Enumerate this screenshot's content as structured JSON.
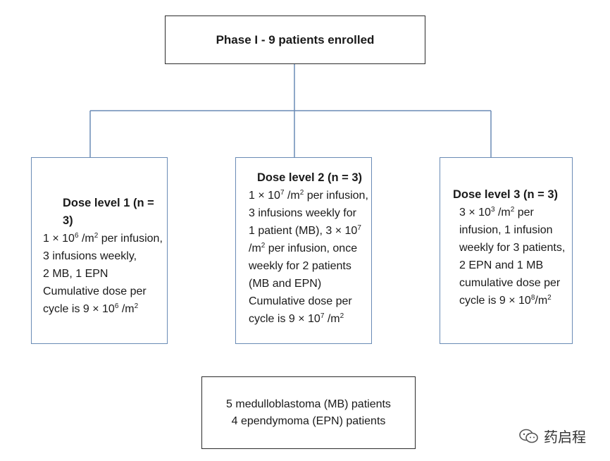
{
  "diagram": {
    "top_box": "Phase I - 9 patients enrolled",
    "dose1": {
      "title": "Dose level 1 (n = 3)",
      "l1_a": "1 × 10",
      "l1_sup1": "6",
      "l1_b": " /m",
      "l1_sup2": "2",
      "l1_c": " per infusion,",
      "l2": "3 infusions weekly,",
      "l3": "2 MB, 1 EPN",
      "l4": "Cumulative dose per",
      "l5_a": "cycle is 9 × 10",
      "l5_sup1": "6",
      "l5_b": " /m",
      "l5_sup2": "2"
    },
    "dose2": {
      "title": "Dose level 2 (n = 3)",
      "l1_a": "1 × 10",
      "l1_sup1": "7",
      "l1_b": " /m",
      "l1_sup2": "2",
      "l1_c": " per infusion,",
      "l2": "3 infusions weekly for",
      "l3_a": "1 patient (MB), 3 × 10",
      "l3_sup": "7",
      "l4_a": "/m",
      "l4_sup": "2",
      "l4_b": " per infusion, once",
      "l5": "weekly for 2 patients",
      "l6": "(MB and EPN)",
      "l7": "Cumulative dose per",
      "l8_a": "cycle is 9 × 10",
      "l8_sup1": "7",
      "l8_b": " /m",
      "l8_sup2": "2"
    },
    "dose3": {
      "title": "Dose level 3 (n = 3)",
      "l1_a": "3 × 10",
      "l1_sup1": "3",
      "l1_b": " /m",
      "l1_sup2": "2",
      "l1_c": " per",
      "l2": "infusion, 1 infusion",
      "l3": "weekly for 3 patients,",
      "l4": "2 EPN and 1 MB",
      "l5": "cumulative dose per",
      "l6_a": "cycle is 9 × 10",
      "l6_sup1": "8",
      "l6_b": "/m",
      "l6_sup2": "2"
    },
    "bottom_box": {
      "line1": "5 medulloblastoma (MB) patients",
      "line2": "4 ependymoma (EPN) patients"
    },
    "watermark": "药启程",
    "colors": {
      "connector": "#6a8bb5",
      "box_border": "#2b2b2b"
    }
  }
}
